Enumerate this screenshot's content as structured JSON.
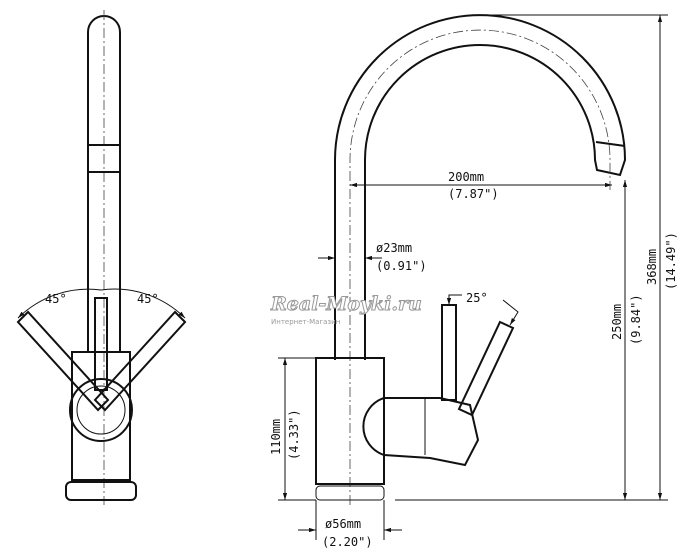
{
  "dimensions": {
    "reach": {
      "mm": "200mm",
      "in": "(7.87\")"
    },
    "spout_diameter": {
      "mm": "ø23mm",
      "in": "(0.91\")"
    },
    "total_height": {
      "mm": "368mm",
      "in": "(14.49\")"
    },
    "spout_height": {
      "mm": "250mm",
      "in": "(9.84\")"
    },
    "body_height": {
      "mm": "110mm",
      "in": "(4.33\")"
    },
    "base_diameter": {
      "mm": "ø56mm",
      "in": "(2.20\")"
    },
    "lever_angle_side": "25°",
    "lever_angle_left": "45°",
    "lever_angle_right": "45°"
  },
  "watermark": {
    "brand": "Real-Moyki.ru",
    "subtitle": "Интернет-Магазин"
  }
}
